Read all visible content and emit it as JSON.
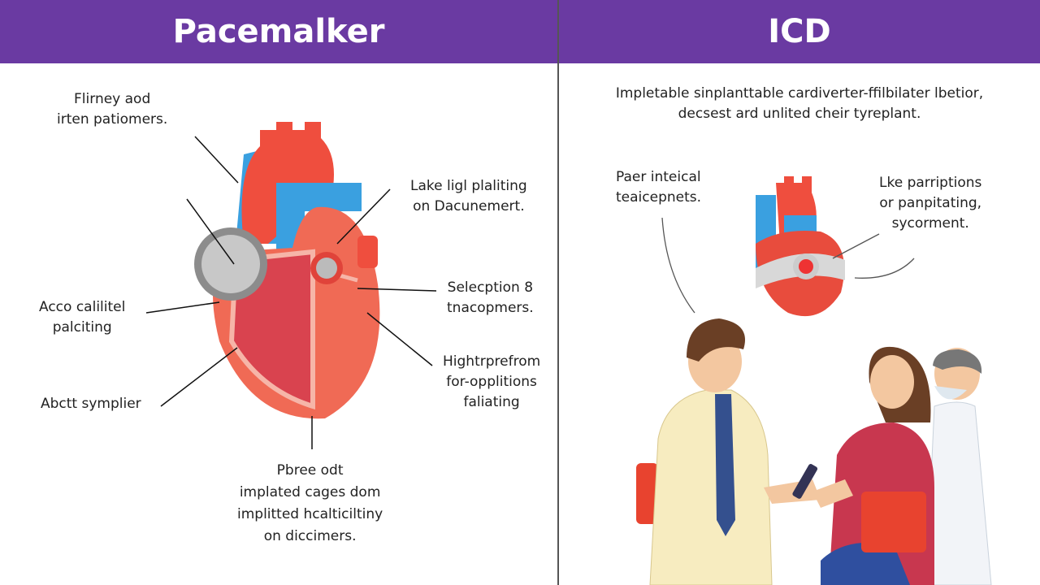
{
  "left": {
    "title": "Pacemalker",
    "labels": [
      [
        "Flirney aod",
        "irten patiomers."
      ],
      [
        "Lake ligl plaliting",
        "on Dacunemert."
      ],
      [
        "Acco calilitel",
        "palciting"
      ],
      [
        "Selecption 8",
        "tnacopmers."
      ],
      [
        "Abctt symplier"
      ],
      [
        "Hightrprefrom",
        "for-opplitions",
        "faliating"
      ],
      [
        "Pbree odt",
        "implated cages dom",
        "implitted hcalticiltiny",
        "on diccimers."
      ]
    ]
  },
  "right": {
    "title": "ICD",
    "intro": [
      "Impletable sinplanttable cardiverter-ffilbilater lbetior,",
      "decsest ard unlited cheir tyreplant."
    ],
    "labels": [
      [
        "Paer inteical",
        "teaicepnets."
      ],
      [
        "Lke parriptions",
        "or panpitating,",
        "sycorment."
      ]
    ]
  },
  "colors": {
    "header": "#6a3aa2",
    "heart": "#ef5a45",
    "vessel": "#3aa0e0"
  }
}
